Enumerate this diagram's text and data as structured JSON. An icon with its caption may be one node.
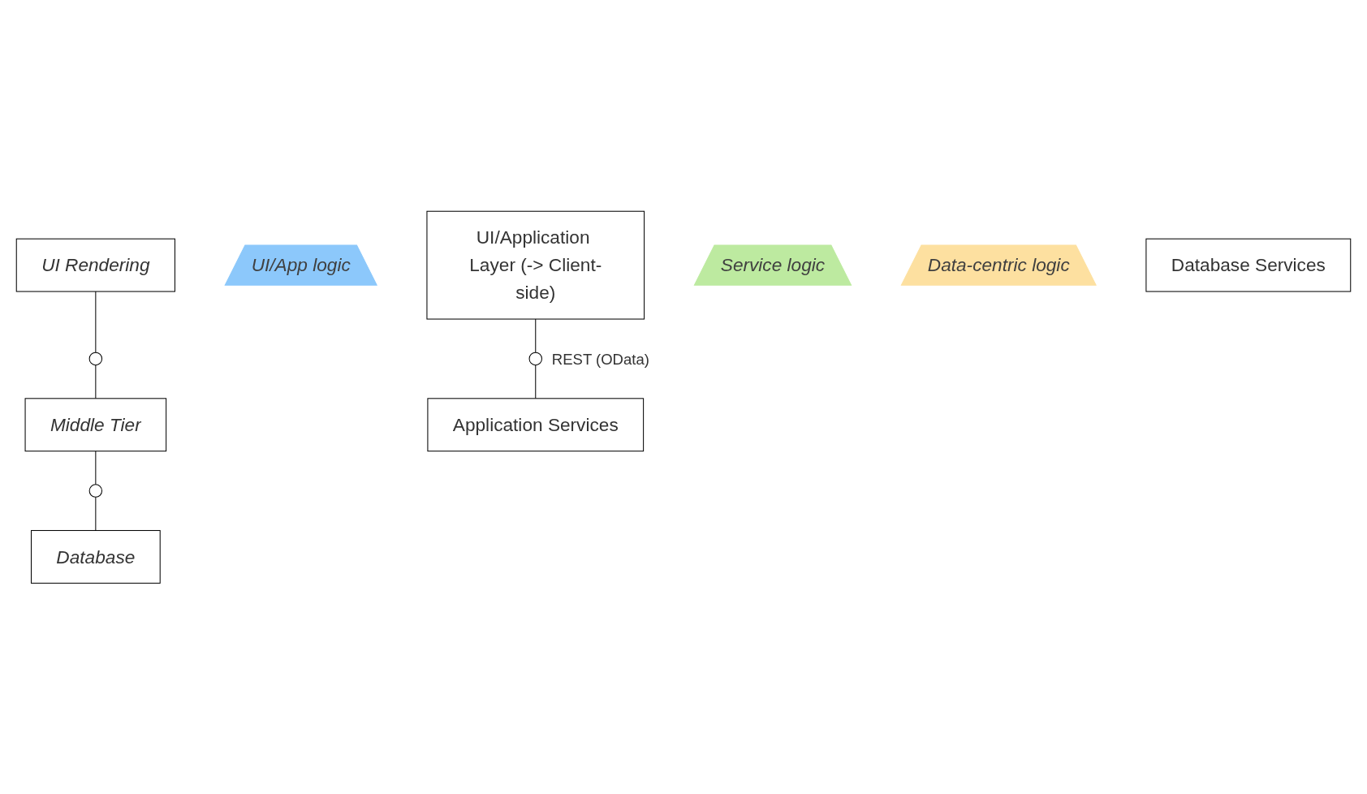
{
  "diagram": {
    "nodes": [
      {
        "text": [
          "UI Rendering"
        ]
      },
      {
        "text": [],
        "shape": "circle"
      },
      {
        "text": [
          "Middle Tier"
        ]
      },
      {
        "text": [],
        "shape": "circle"
      },
      {
        "text": [
          "Database"
        ]
      },
      {
        "text": [
          "UI/App logic"
        ]
      },
      {
        "text": [
          "UI/Application Layer (-> Client-side)"
        ]
      },
      {
        "text": [],
        "shape": "circle",
        "beside": [
          "REST (OData)"
        ]
      },
      {
        "text": [
          "Service logic"
        ]
      },
      {
        "text": [
          "Application Services"
        ]
      },
      {
        "text": [
          "Data-centric logic"
        ]
      },
      {
        "text": [
          "Database Services"
        ]
      }
    ],
    "edges": [
      {
        "from": 0,
        "to": 1,
        "arrow": "none"
      },
      {
        "from": 1,
        "to": 2,
        "arrow": "none"
      },
      {
        "from": 2,
        "to": 3,
        "arrow": "none"
      },
      {
        "from": 3,
        "to": 4,
        "arrow": "none"
      },
      {
        "from": 6,
        "to": 7,
        "arrow": "none"
      },
      {
        "from": 7,
        "to": 9,
        "arrow": "none"
      }
    ]
  }
}
